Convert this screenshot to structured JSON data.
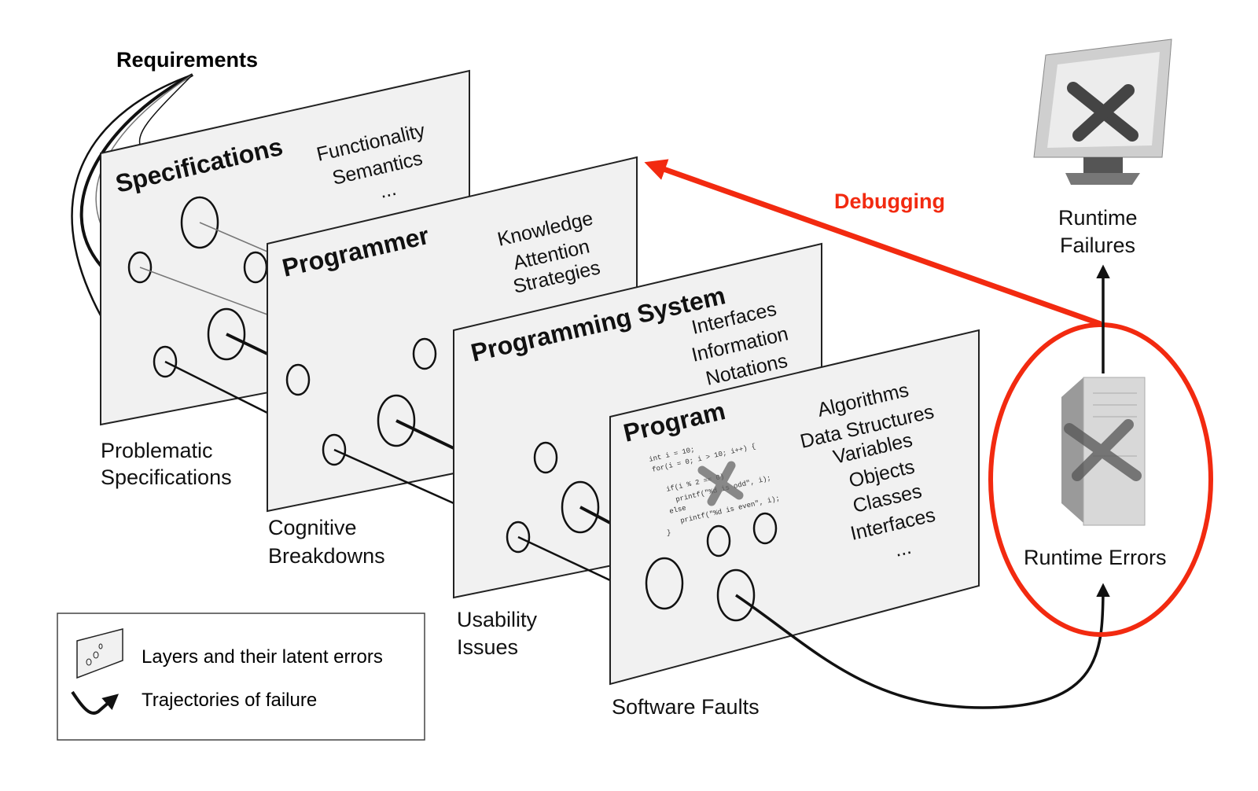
{
  "requirements_label": "Requirements",
  "debugging_label": "Debugging",
  "layers": [
    {
      "title": "Specifications",
      "attributes": [
        "Functionality",
        "Semantics",
        "..."
      ],
      "caption": [
        "Problematic",
        "Specifications"
      ]
    },
    {
      "title": "Programmer",
      "attributes": [
        "Knowledge",
        "Attention",
        "Strategies"
      ],
      "caption": [
        "Cognitive",
        "Breakdowns"
      ]
    },
    {
      "title": "Programming System",
      "attributes": [
        "Interfaces",
        "Information",
        "Notations"
      ],
      "caption": [
        "Usability",
        "Issues"
      ]
    },
    {
      "title": "Program",
      "attributes": [
        "Algorithms",
        "Data Structures",
        "Variables",
        "Objects",
        "Classes",
        "Interfaces",
        "..."
      ],
      "caption": [
        "Software  Faults"
      ]
    }
  ],
  "code_lines": [
    "int i = 10;",
    "for(i = 0; i > 10; i++) {",
    "if(i % 2 == 0)",
    "printf(\"%d is odd\", i);",
    "else",
    "printf(\"%d is even\", i);",
    "}"
  ],
  "runtime_errors_label": "Runtime Errors",
  "runtime_failures_label": [
    "Runtime",
    "Failures"
  ],
  "legend": {
    "layers": "Layers and their latent errors",
    "trajectories": "Trajectories of failure"
  },
  "colors": {
    "accent": "#f22a10"
  }
}
